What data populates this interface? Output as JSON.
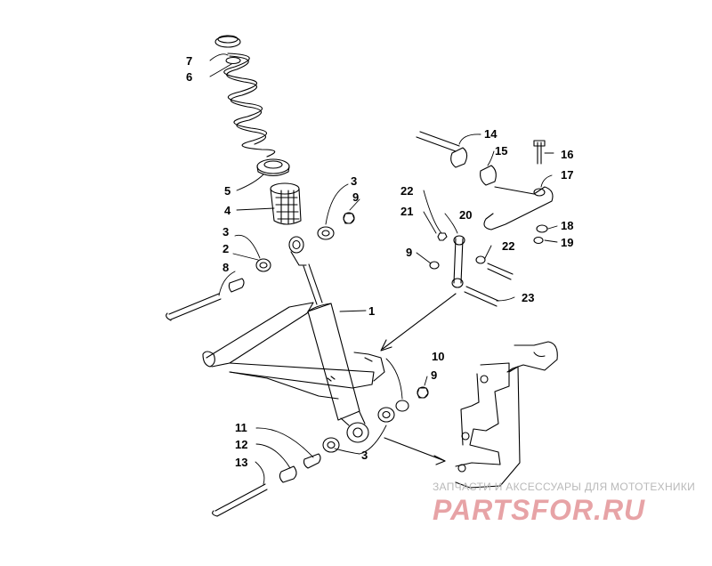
{
  "callouts": [
    {
      "id": "c1",
      "label": "1"
    },
    {
      "id": "c2",
      "label": "2"
    },
    {
      "id": "c3a",
      "label": "3"
    },
    {
      "id": "c3b",
      "label": "3"
    },
    {
      "id": "c3c",
      "label": "3"
    },
    {
      "id": "c4",
      "label": "4"
    },
    {
      "id": "c5",
      "label": "5"
    },
    {
      "id": "c6",
      "label": "6"
    },
    {
      "id": "c7",
      "label": "7"
    },
    {
      "id": "c8",
      "label": "8"
    },
    {
      "id": "c9a",
      "label": "9"
    },
    {
      "id": "c9b",
      "label": "9"
    },
    {
      "id": "c9c",
      "label": "9"
    },
    {
      "id": "c10",
      "label": "10"
    },
    {
      "id": "c11",
      "label": "11"
    },
    {
      "id": "c12",
      "label": "12"
    },
    {
      "id": "c13",
      "label": "13"
    },
    {
      "id": "c14",
      "label": "14"
    },
    {
      "id": "c15",
      "label": "15"
    },
    {
      "id": "c16",
      "label": "16"
    },
    {
      "id": "c17",
      "label": "17"
    },
    {
      "id": "c18",
      "label": "18"
    },
    {
      "id": "c19",
      "label": "19"
    },
    {
      "id": "c20",
      "label": "20"
    },
    {
      "id": "c21",
      "label": "21"
    },
    {
      "id": "c22a",
      "label": "22"
    },
    {
      "id": "c22b",
      "label": "22"
    },
    {
      "id": "c23",
      "label": "23"
    }
  ],
  "watermark": {
    "caption": "ЗАПЧАСТИ И АКСЕССУАРЫ ДЛЯ МОТОТЕХНИКИ",
    "logo": "PARTSFOR.RU",
    "logo_color": "#e7a3a6",
    "caption_color": "#b9b9b9"
  }
}
